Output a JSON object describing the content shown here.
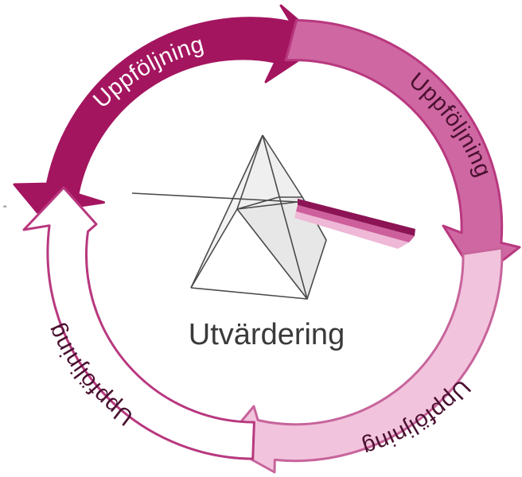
{
  "cycle": {
    "segments": [
      {
        "label": "Uppföljning",
        "fill": "#a4155f",
        "text_color": "#ffffff",
        "stroke": "#a4155f"
      },
      {
        "label": "Uppföljning",
        "fill": "#cf67a2",
        "text_color": "#4a1030",
        "stroke": "#b8387f"
      },
      {
        "label": "Uppföljning",
        "fill": "#f2c3dd",
        "text_color": "#4a1030",
        "stroke": "#c7649b"
      },
      {
        "label": "Uppföljning",
        "fill": "#ffffff",
        "text_color": "#4a1030",
        "stroke": "#b8387f"
      }
    ]
  },
  "center": {
    "label": "Utvärdering",
    "icon": "prism-pyramid-icon",
    "beam_colors": [
      "#8c1455",
      "#cc5f9c",
      "#efb8d6"
    ]
  },
  "edge_mark": "\""
}
